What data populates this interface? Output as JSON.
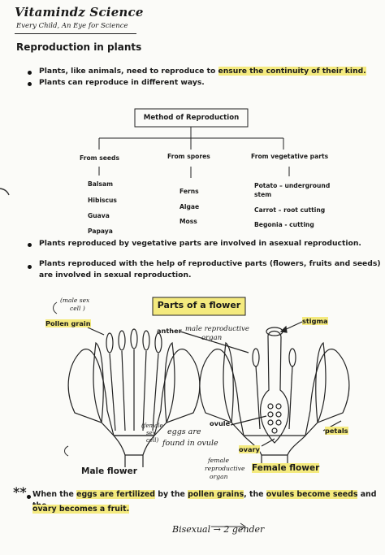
{
  "header": {
    "brand": "Vitamindz Science",
    "tagline": "Every Child, An Eye for Science"
  },
  "section_title": "Reproduction in plants",
  "intro": {
    "b1_pre": "Plants, like animals, need to reproduce to ",
    "b1_hl": "ensure the continuity of their kind.",
    "b2": "Plants can reproduce in different ways."
  },
  "methods": {
    "root": "Method of Reproduction",
    "seeds": {
      "head": "From seeds",
      "items": [
        "Balsam",
        "Hibiscus",
        "Guava",
        "Papaya"
      ]
    },
    "spores": {
      "head": "From spores",
      "items": [
        "Ferns",
        "Algae",
        "Moss"
      ]
    },
    "vegetative": {
      "head": "From vegetative parts",
      "items": [
        "Potato – underground",
        "stem",
        "Carrot – root cutting",
        "Begonia - cutting"
      ]
    }
  },
  "statements": {
    "s1": "Plants reproduced by vegetative parts are involved in asexual reproduction.",
    "s2_l1": "Plants reproduced with the help of reproductive parts (flowers, fruits and seeds)",
    "s2_l2": "are involved in sexual reproduction."
  },
  "flower": {
    "heading": "Parts of a flower",
    "pollen_grain": "Pollen grain",
    "pollen_note_l1": "(male sex",
    "pollen_note_l2": "cell )",
    "anther": "anther",
    "anther_note_l1": "male reproductive",
    "anther_note_l2": "organ",
    "stigma": "stigma",
    "ovule": "ovule",
    "petals": "petals",
    "ovary": "ovary",
    "eggs_note_l1": "(female",
    "eggs_note_l2": "sex",
    "eggs_note_l3": "cell)",
    "eggs_l1": "eggs are",
    "eggs_l2": "found in ovule",
    "ovary_note_l1": "female",
    "ovary_note_l2": "reproductive",
    "ovary_note_l3": "organ",
    "male_caption": "Male flower",
    "female_caption": "Female flower"
  },
  "conclusion": {
    "mark": "**",
    "t1": "When the ",
    "h1": "eggs are fertilized",
    "t2": " by the ",
    "h2": "pollen grains",
    "t3": ", the ",
    "h3": "ovules become seeds",
    "t4": " and the",
    "h4": "ovary becomes a fruit."
  },
  "footnote": "Bisexual → 2 gender"
}
